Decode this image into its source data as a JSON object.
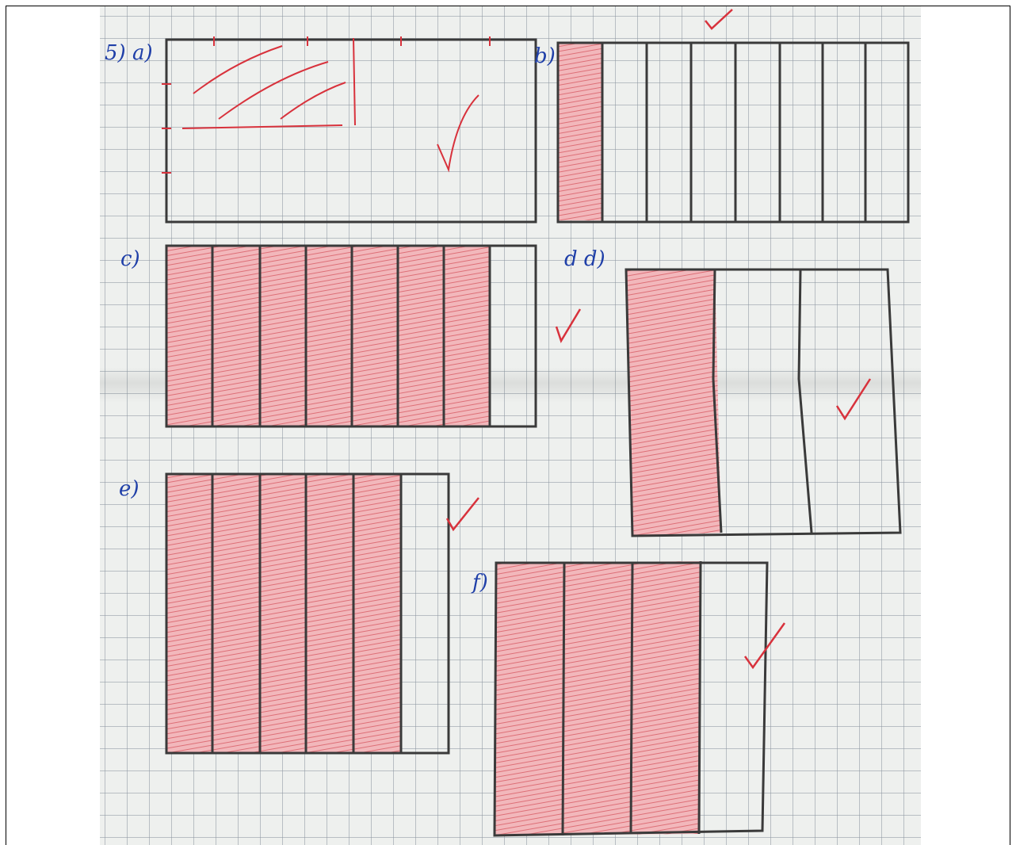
{
  "labels": {
    "a": "5) a)",
    "b": "b)",
    "c": "c)",
    "d": "d d)",
    "e": "e)",
    "f": "f)"
  },
  "figures": [
    {
      "id": "a",
      "parts": 8,
      "shaded": 0
    },
    {
      "id": "b",
      "parts": 8,
      "shaded": 1
    },
    {
      "id": "c",
      "parts": 8,
      "shaded": 7
    },
    {
      "id": "d",
      "parts": 3,
      "shaded": 1
    },
    {
      "id": "e",
      "parts": 6,
      "shaded": 5
    },
    {
      "id": "f",
      "parts": 4,
      "shaded": 3
    }
  ],
  "colors": {
    "pen": "#1f3fa8",
    "pencil": "#3a3a3a",
    "red_pencil": "#d8323c",
    "shade": "#e58a8f"
  }
}
